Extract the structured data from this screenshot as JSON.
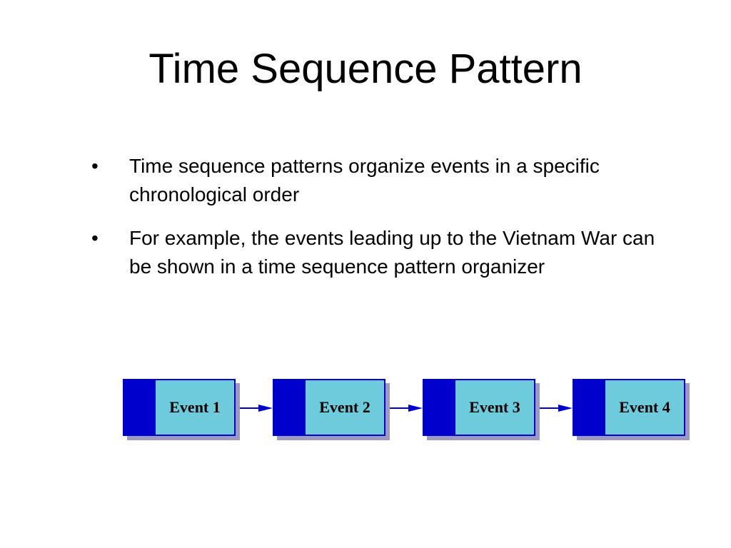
{
  "slide": {
    "title": "Time Sequence Pattern",
    "bullets": [
      {
        "marker": "•",
        "text": "Time sequence patterns organize events in a specific chronological order"
      },
      {
        "marker": "•",
        "text": "For example, the events leading up to the Vietnam War can be shown in a time sequence pattern organizer"
      }
    ]
  },
  "diagram": {
    "events": [
      {
        "label": "Event 1"
      },
      {
        "label": "Event 2"
      },
      {
        "label": "Event 3"
      },
      {
        "label": "Event 4"
      }
    ],
    "colors": {
      "box_fill": "#6ecbdc",
      "box_border": "#0000cc",
      "tab_fill": "#0000cc",
      "shadow": "#9a9ac2",
      "arrow": "#0000cc"
    }
  }
}
